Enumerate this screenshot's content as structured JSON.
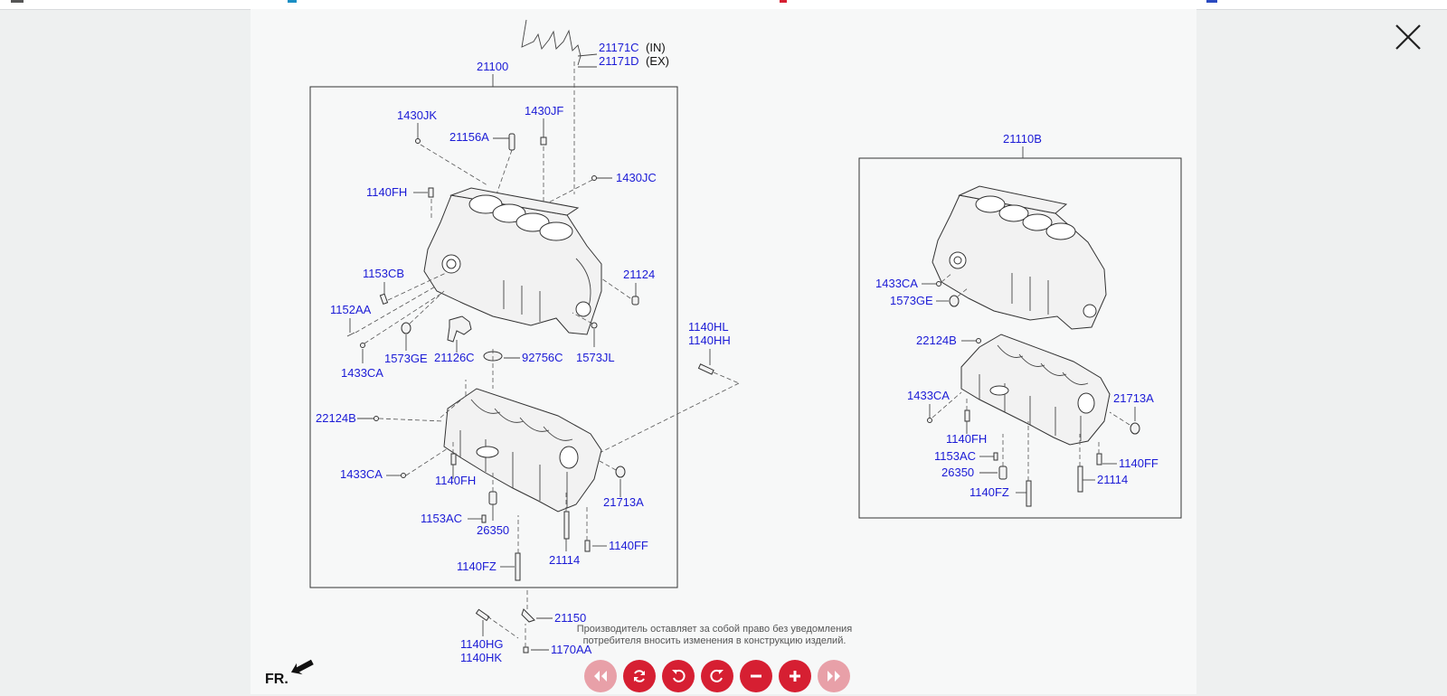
{
  "viewer": {
    "notice_line1": "Производитель оставляет за собой право без уведомления",
    "notice_line2": "потребителя вносить изменения в конструкцию изделий."
  },
  "diagram": {
    "direction": "FR.",
    "left_group": {
      "title": "21100",
      "labels": {
        "gasket_in": "21171C",
        "gasket_in_suffix": "(IN)",
        "gasket_ex": "21171D",
        "gasket_ex_suffix": "(EX)",
        "l1430JK": "1430JK",
        "l1430JF": "1430JF",
        "l21156A": "21156A",
        "l1430JC": "1430JC",
        "l1140FH_top": "1140FH",
        "l1153CB": "1153CB",
        "l21124": "21124",
        "l1152AA": "1152AA",
        "l1573GE": "1573GE",
        "l21126C": "21126C",
        "l92756C": "92756C",
        "l1573JL": "1573JL",
        "l1433CA_top": "1433CA",
        "l1140HL": "1140HL",
        "l1140HH": "1140HH",
        "l22124B": "22124B",
        "l1433CA_low": "1433CA",
        "l1140FH_low": "1140FH",
        "l21713A": "21713A",
        "l1153AC": "1153AC",
        "l26350": "26350",
        "l1140FF": "1140FF",
        "l1140FZ": "1140FZ",
        "l21114": "21114",
        "l21150": "21150",
        "l1140HG": "1140HG",
        "l1140HK": "1140HK",
        "l1170AA": "1170AA"
      }
    },
    "right_group": {
      "title": "21110B",
      "labels": {
        "l1433CA_top": "1433CA",
        "l1573GE": "1573GE",
        "l22124B": "22124B",
        "l1433CA_low": "1433CA",
        "l21713A": "21713A",
        "l1140FH": "1140FH",
        "l1153AC": "1153AC",
        "l1140FF": "1140FF",
        "l26350": "26350",
        "l21114": "21114",
        "l1140FZ": "1140FZ"
      }
    }
  },
  "controls": [
    {
      "name": "first-button",
      "icon": "double-chevron-left-icon",
      "enabled": false
    },
    {
      "name": "reset-button",
      "icon": "refresh-icon",
      "enabled": true
    },
    {
      "name": "rotate-left-button",
      "icon": "rotate-ccw-icon",
      "enabled": true
    },
    {
      "name": "rotate-right-button",
      "icon": "rotate-cw-icon",
      "enabled": true
    },
    {
      "name": "zoom-out-button",
      "icon": "minus-icon",
      "enabled": true
    },
    {
      "name": "zoom-in-button",
      "icon": "plus-icon",
      "enabled": true
    },
    {
      "name": "last-button",
      "icon": "double-chevron-right-icon",
      "enabled": false
    }
  ],
  "colors": {
    "accent": "#d61f32",
    "accent_disabled": "#e8a0a8",
    "label_blue": "#1b1bd6"
  }
}
